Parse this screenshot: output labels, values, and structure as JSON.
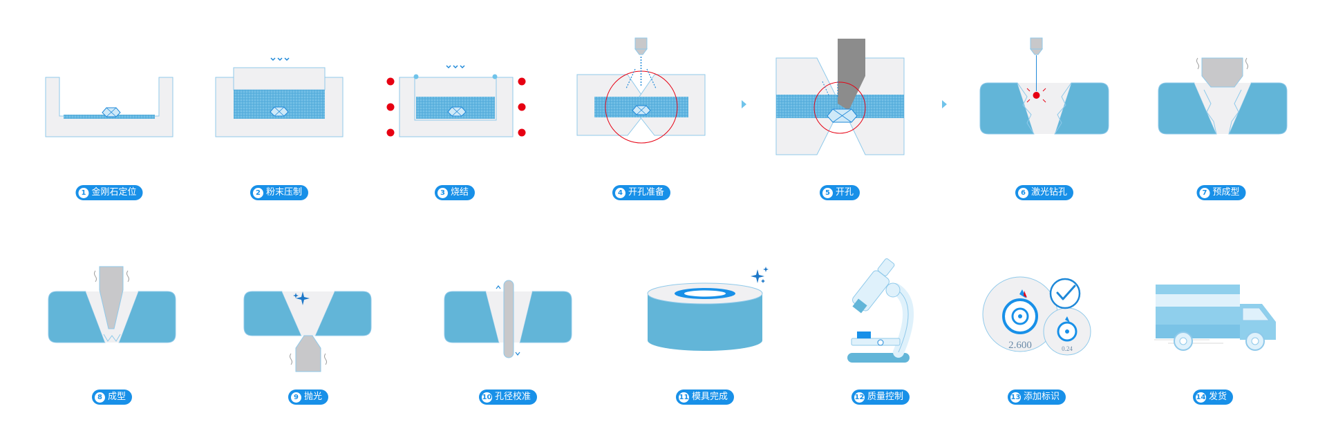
{
  "colors": {
    "accent": "#1890e8",
    "die_light": "#f0f0f2",
    "die_blue": "#62b5d8",
    "powder": "#6fc3ea",
    "outline": "#8fc9ea",
    "tool_gray": "#8c8c8c",
    "heat_red": "#e60012"
  },
  "steps": [
    {
      "num": "1",
      "label": "金刚石定位"
    },
    {
      "num": "2",
      "label": "粉末压制"
    },
    {
      "num": "3",
      "label": "烧结"
    },
    {
      "num": "4",
      "label": "开孔准备"
    },
    {
      "num": "5",
      "label": "开孔"
    },
    {
      "num": "6",
      "label": "激光钻孔"
    },
    {
      "num": "7",
      "label": "预成型"
    },
    {
      "num": "8",
      "label": "成型"
    },
    {
      "num": "9",
      "label": "抛光"
    },
    {
      "num": "10",
      "label": "孔径校准"
    },
    {
      "num": "11",
      "label": "模具完成"
    },
    {
      "num": "12",
      "label": "质量控制"
    },
    {
      "num": "13",
      "label": "添加标识"
    },
    {
      "num": "14",
      "label": "发货"
    }
  ],
  "icons": {
    "pressure": "down-chevrons-icon",
    "heat": "heat-dot-icon",
    "laser": "laser-nozzle-icon",
    "drill": "drill-bit-icon",
    "sparkle": "sparkle-icon",
    "microscope": "microscope-icon",
    "marked_dies": "marked-die-icon",
    "check": "check-circle-icon",
    "truck": "delivery-truck-icon",
    "arrow": "arrow-right-icon"
  },
  "marks": {
    "big_die_value": "2.600",
    "small_die_value": "0.24"
  }
}
